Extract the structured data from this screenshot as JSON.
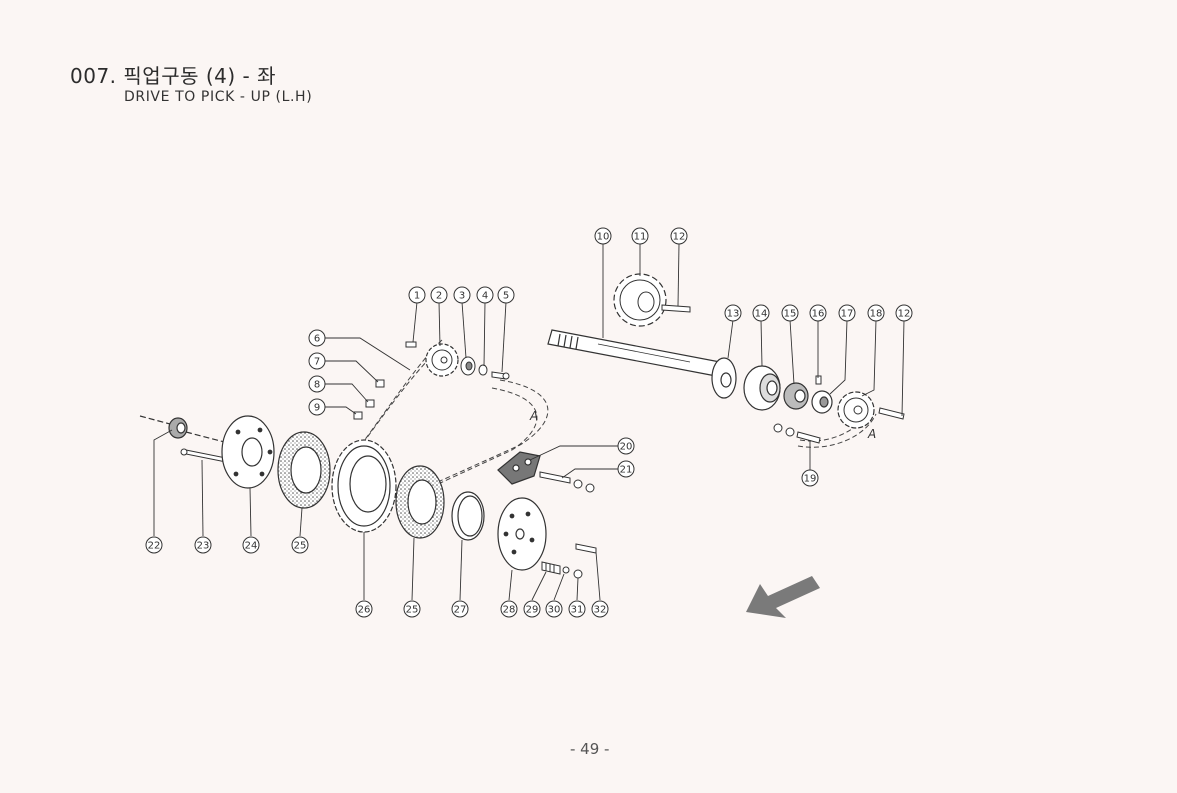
{
  "header": {
    "title": "007. 픽업구동 (4) - 좌",
    "subtitle": "DRIVE TO PICK - UP (L.H)"
  },
  "footer": {
    "page": "- 49 -"
  },
  "chain_marks": [
    "A",
    "A"
  ],
  "callouts": [
    {
      "id": "c1",
      "label": "1"
    },
    {
      "id": "c2",
      "label": "2"
    },
    {
      "id": "c3",
      "label": "3"
    },
    {
      "id": "c4",
      "label": "4"
    },
    {
      "id": "c5",
      "label": "5"
    },
    {
      "id": "c6",
      "label": "6"
    },
    {
      "id": "c7",
      "label": "7"
    },
    {
      "id": "c8",
      "label": "8"
    },
    {
      "id": "c9",
      "label": "9"
    },
    {
      "id": "c10",
      "label": "10"
    },
    {
      "id": "c11",
      "label": "11"
    },
    {
      "id": "c12a",
      "label": "12"
    },
    {
      "id": "c13",
      "label": "13"
    },
    {
      "id": "c14",
      "label": "14"
    },
    {
      "id": "c15",
      "label": "15"
    },
    {
      "id": "c16",
      "label": "16"
    },
    {
      "id": "c17",
      "label": "17"
    },
    {
      "id": "c18",
      "label": "18"
    },
    {
      "id": "c12b",
      "label": "12"
    },
    {
      "id": "c19",
      "label": "19"
    },
    {
      "id": "c20",
      "label": "20"
    },
    {
      "id": "c21",
      "label": "21"
    },
    {
      "id": "c22",
      "label": "22"
    },
    {
      "id": "c23",
      "label": "23"
    },
    {
      "id": "c24",
      "label": "24"
    },
    {
      "id": "c25a",
      "label": "25"
    },
    {
      "id": "c26",
      "label": "26"
    },
    {
      "id": "c25b",
      "label": "25"
    },
    {
      "id": "c27",
      "label": "27"
    },
    {
      "id": "c28",
      "label": "28"
    },
    {
      "id": "c29",
      "label": "29"
    },
    {
      "id": "c30",
      "label": "30"
    },
    {
      "id": "c31",
      "label": "31"
    },
    {
      "id": "c32",
      "label": "32"
    }
  ],
  "colors": {
    "paper": "#fbf6f4",
    "ink": "#333333",
    "arrow": "#7a7a7a"
  }
}
